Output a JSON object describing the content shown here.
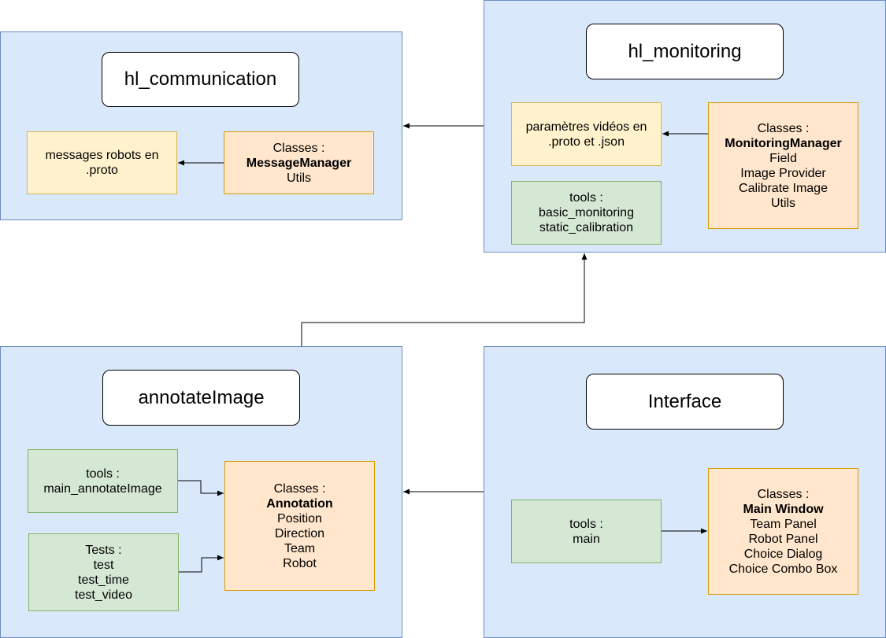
{
  "hl_communication": {
    "title": "hl_communication",
    "messages": [
      "messages robots en",
      ".proto"
    ],
    "classes": {
      "heading": "Classes :",
      "main": "MessageManager",
      "others": [
        "Utils"
      ]
    }
  },
  "hl_monitoring": {
    "title": "hl_monitoring",
    "params": [
      "paramètres vidéos en",
      ".proto et .json"
    ],
    "tools": {
      "heading": "tools :",
      "items": [
        "basic_monitoring",
        "static_calibration"
      ]
    },
    "classes": {
      "heading": "Classes :",
      "main": "MonitoringManager",
      "others": [
        "Field",
        "Image Provider",
        "Calibrate Image",
        "Utils"
      ]
    }
  },
  "annotateImage": {
    "title": "annotateImage",
    "tools": {
      "heading": "tools :",
      "items": [
        "main_annotateImage"
      ]
    },
    "tests": {
      "heading": "Tests :",
      "items": [
        "test",
        "test_time",
        "test_video"
      ]
    },
    "classes": {
      "heading": "Classes :",
      "main": "Annotation",
      "others": [
        "Position",
        "Direction",
        "Team",
        "Robot"
      ]
    }
  },
  "interface": {
    "title": "Interface",
    "tools": {
      "heading": "tools :",
      "items": [
        "main"
      ]
    },
    "classes": {
      "heading": "Classes :",
      "main": "Main Window",
      "others": [
        "Team Panel",
        "Robot Panel",
        "Choice Dialog",
        "Choice Combo Box"
      ]
    }
  },
  "colors": {
    "package_fill": "#dae8fc",
    "package_border": "#6c8ebf",
    "yellow_fill": "#fff2cc",
    "orange_fill": "#ffe6cc",
    "green_fill": "#d5e8d4"
  }
}
